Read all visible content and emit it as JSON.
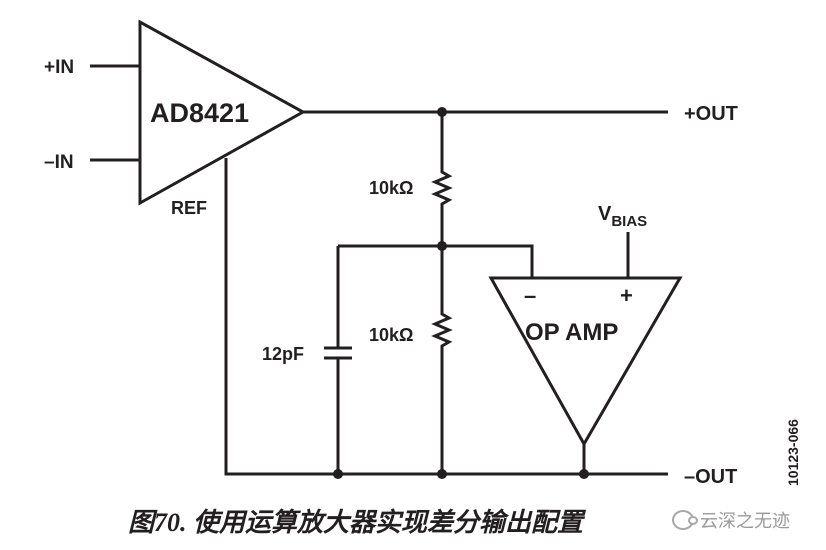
{
  "amplifier": {
    "name": "AD8421",
    "ref_label": "REF"
  },
  "inputs": {
    "plus": "+IN",
    "minus": "–IN"
  },
  "outputs": {
    "plus": "+OUT",
    "minus": "–OUT"
  },
  "resistors": {
    "upper": "10kΩ",
    "lower": "10kΩ"
  },
  "capacitor": {
    "value": "12pF"
  },
  "opamp": {
    "name": "OP AMP",
    "minus_sign": "–",
    "plus_sign": "+"
  },
  "vbias": {
    "main": "V",
    "subscript": "BIAS"
  },
  "figure_id": "10123-066",
  "caption": "图70. 使用运算放大器实现差分输出配置",
  "watermark": "云深之无迹"
}
